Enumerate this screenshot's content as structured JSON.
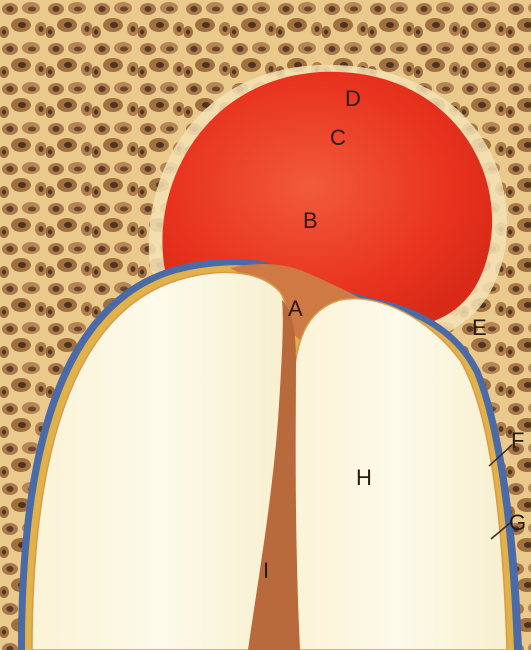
{
  "labels": {
    "a": "A",
    "b": "B",
    "c": "C",
    "d": "D",
    "e": "E",
    "f": "F",
    "g": "G",
    "h": "H",
    "i": "I"
  },
  "colors": {
    "bone_bg": "#e8c98a",
    "trabecula": "#a8784a",
    "marrow_hole": "#5a3a24",
    "red_mass": "#e8331f",
    "red_mass_light": "#f06040",
    "halo": "#f3e2b4",
    "cartilage": "#fbf6e0",
    "fissure": "#b86a3c",
    "membrane_blue": "#4b6aa8",
    "membrane_yellow": "#e2b24a"
  }
}
